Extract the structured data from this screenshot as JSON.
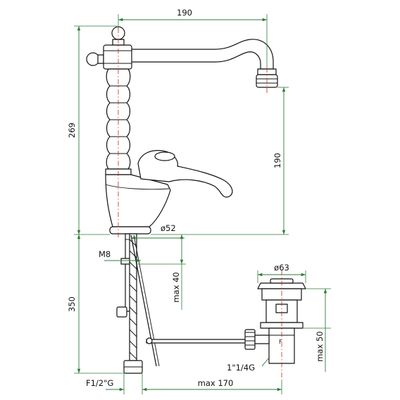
{
  "dimensions": {
    "spout_reach": "190",
    "total_height": "269",
    "spout_height": "190",
    "base_diameter": "ø52",
    "rod_thread": "M8",
    "rod_max": "max 40",
    "hose_length": "350",
    "waste_diameter": "ø63",
    "waste_max": "max 50",
    "waste_thread": "1\"1/4G",
    "hose_thread": "F1/2\"G",
    "pull_rod_max": "max 170"
  },
  "colors": {
    "dimension_lines": "#2f7a3a",
    "axis_lines": "#cc2222",
    "outline": "#111111"
  }
}
